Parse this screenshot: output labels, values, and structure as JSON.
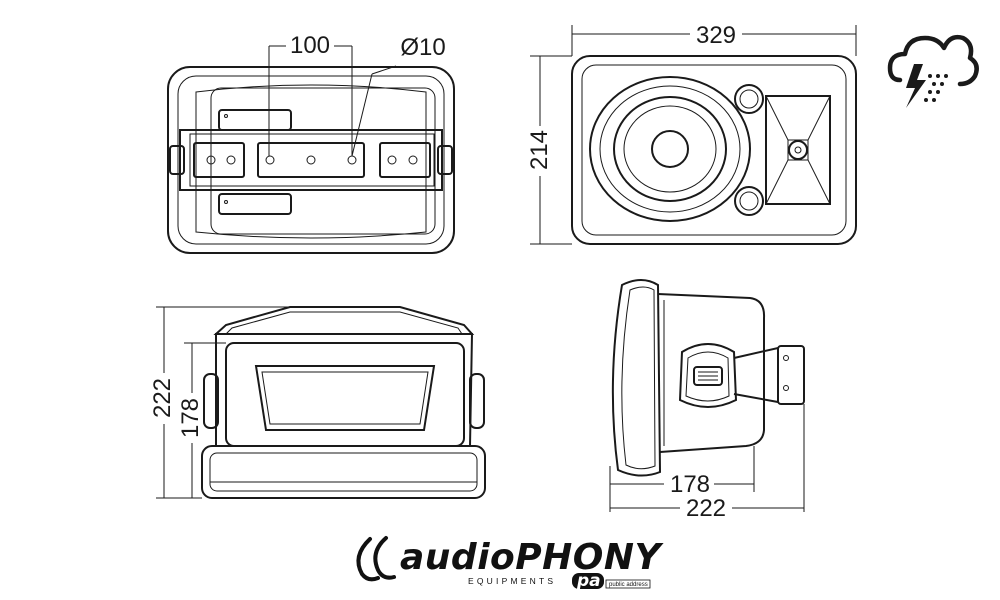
{
  "drawing": {
    "top_view": {
      "width_label": "100",
      "hole_label": "Ø10"
    },
    "front_view": {
      "width_label": "329",
      "height_label": "214"
    },
    "rear_view": {
      "overall_height_label": "222",
      "body_height_label": "178"
    },
    "side_view": {
      "body_depth_label": "178",
      "overall_depth_label": "222"
    }
  },
  "weather_icon": {
    "name": "storm-cloud-icon"
  },
  "logo": {
    "brand_text": "audioPHONY",
    "sub_text": "EQUIPMENTS",
    "pa_text": "pa",
    "pa_caption": "public address"
  }
}
